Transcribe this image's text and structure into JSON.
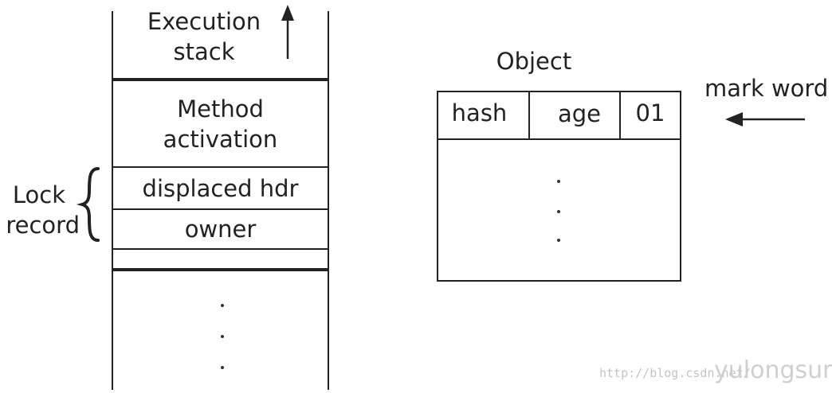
{
  "stack": {
    "execution_stack_line1": "Execution",
    "execution_stack_line2": "stack",
    "method_activation_line1": "Method",
    "method_activation_line2": "activation",
    "displaced_hdr": "displaced hdr",
    "owner": "owner"
  },
  "lock_record": {
    "line1": "Lock",
    "line2": "record"
  },
  "object": {
    "title": "Object",
    "fields": [
      "hash",
      "age",
      "01"
    ]
  },
  "mark_word": {
    "label": "mark word"
  },
  "watermark": {
    "url": "http://blog.csdn.net/",
    "name": "yulongsun"
  }
}
